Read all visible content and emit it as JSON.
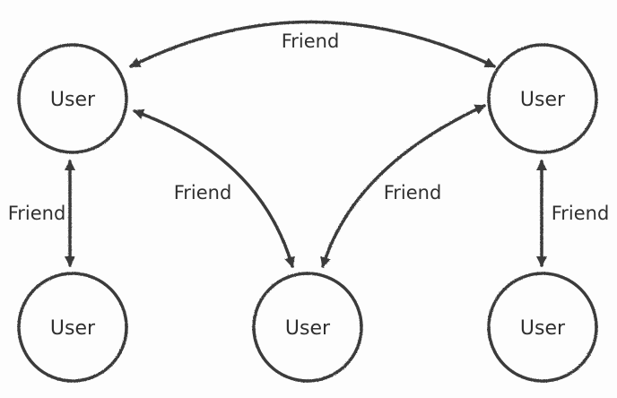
{
  "colors": {
    "ink": "#3a3a3a",
    "text": "#2f2f2f",
    "background": "#fdfdfd"
  },
  "nodes": [
    {
      "id": "n1",
      "label": "User"
    },
    {
      "id": "n2",
      "label": "User"
    },
    {
      "id": "n3",
      "label": "User"
    },
    {
      "id": "n4",
      "label": "User"
    },
    {
      "id": "n5",
      "label": "User"
    }
  ],
  "edges": [
    {
      "id": "e1",
      "from": "n1",
      "to": "n2",
      "label": "Friend",
      "arrows": "both"
    },
    {
      "id": "e2",
      "from": "n1",
      "to": "n4",
      "label": "Friend",
      "arrows": "both"
    },
    {
      "id": "e3",
      "from": "n1",
      "to": "n3",
      "label": "Friend",
      "arrows": "both"
    },
    {
      "id": "e4",
      "from": "n2",
      "to": "n4",
      "label": "Friend",
      "arrows": "both"
    },
    {
      "id": "e5",
      "from": "n2",
      "to": "n5",
      "label": "Friend",
      "arrows": "both"
    }
  ]
}
